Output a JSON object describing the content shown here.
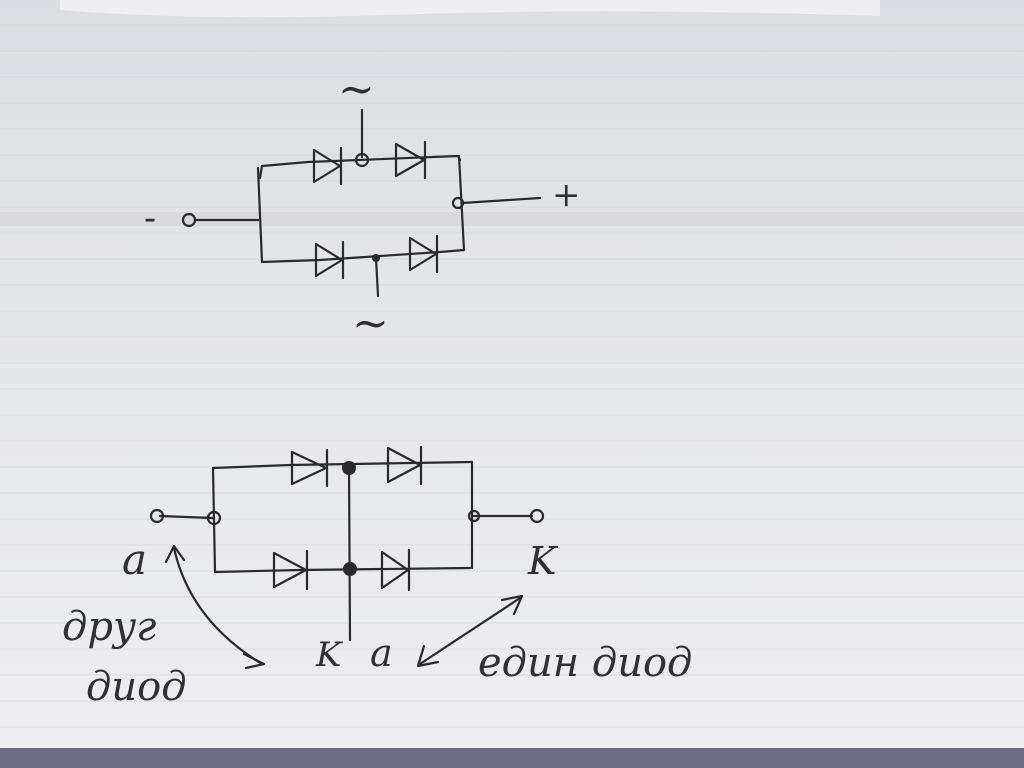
{
  "top_circuit": {
    "ac_top_label": "~",
    "ac_bottom_label": "~",
    "negative_label": "-",
    "positive_label": "+"
  },
  "bottom_circuit": {
    "anode_label": "a",
    "cathode_label": "K",
    "middle_cathode_label": "K",
    "middle_anode_label": "a",
    "note_other_diode_line1": "друг",
    "note_other_diode_line2": "диод",
    "note_one_diode": "един диод"
  },
  "colors": {
    "paper": "#e9e9ec",
    "ink": "#2a2a2e",
    "table": "#6f6d86"
  }
}
